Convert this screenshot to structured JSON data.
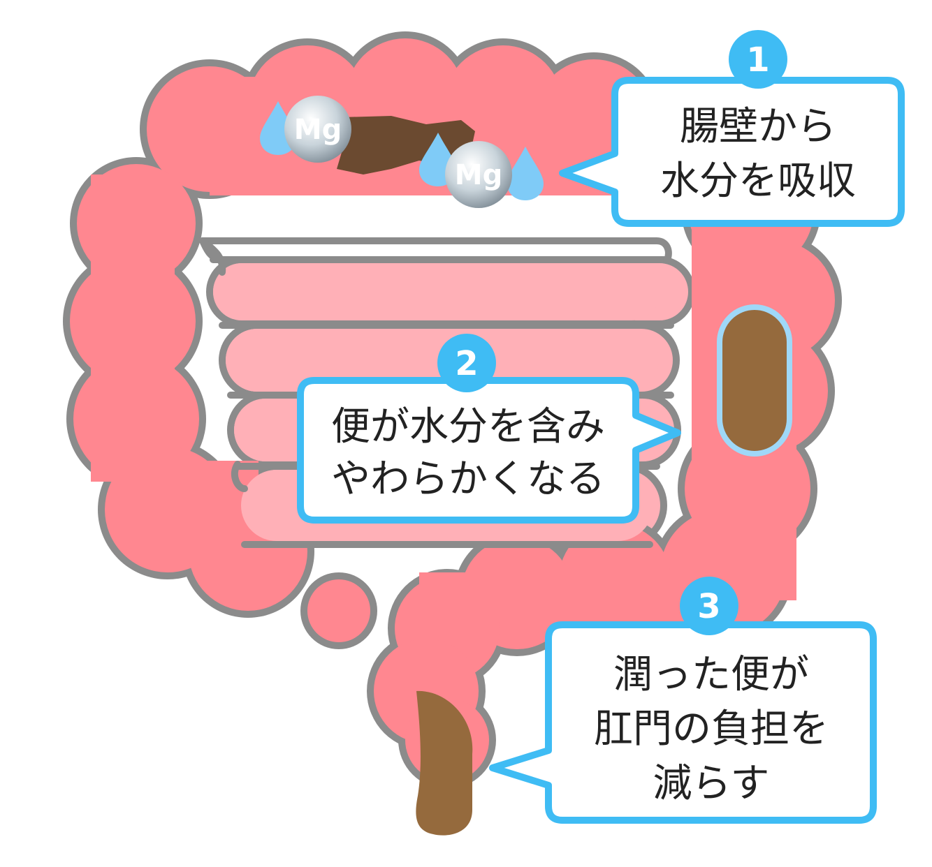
{
  "colors": {
    "colon_fill": "#ff8790",
    "colon_outline": "#8b8b8b",
    "small_intestine_fill": "#ffb0b7",
    "stool_dark": "#6b4a30",
    "stool_moist": "#956a3d",
    "water_drop": "#7fcbf7",
    "mg_ball": "#c9d4db",
    "callout_border": "#3fbcf4",
    "badge_fill": "#3fbcf4"
  },
  "mg_label": "Mg",
  "callouts": [
    {
      "number": "1",
      "lines": [
        "腸壁から",
        "水分を吸収"
      ]
    },
    {
      "number": "2",
      "lines": [
        "便が水分を含み",
        "やわらかくなる"
      ]
    },
    {
      "number": "3",
      "lines": [
        "潤った便が",
        "肛門の負担を",
        "減らす"
      ]
    }
  ]
}
